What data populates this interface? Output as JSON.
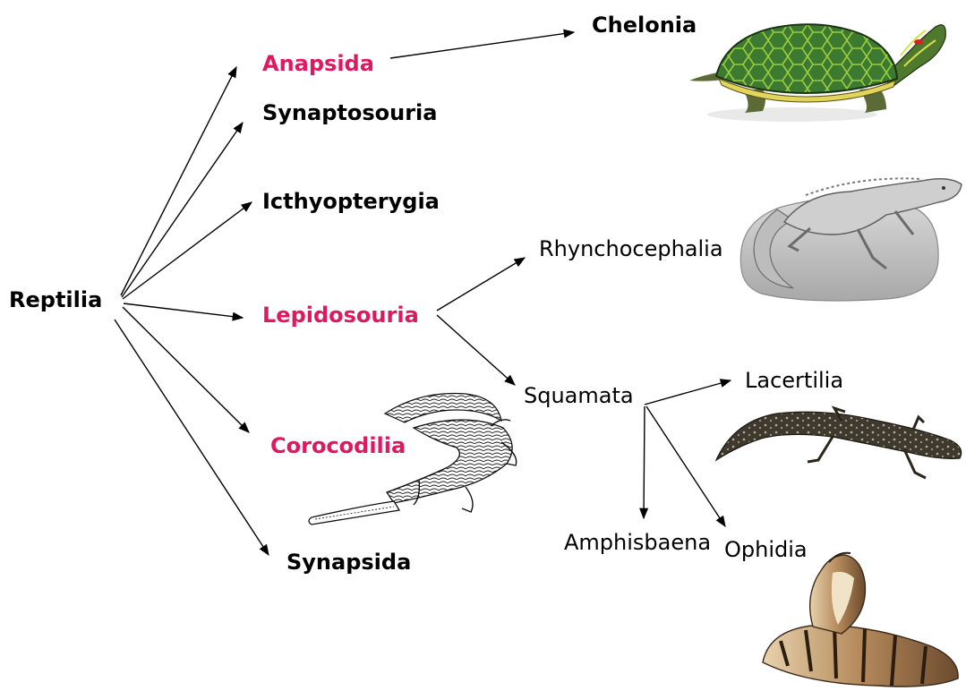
{
  "colors": {
    "highlight": "#e0195f",
    "text": "#000000",
    "arrow": "#000000"
  },
  "root": {
    "label": "Reptilia"
  },
  "subclasses": [
    {
      "key": "anapsida",
      "label": "Anapsida",
      "highlighted": true
    },
    {
      "key": "synaptosouria",
      "label": "Synaptosouria",
      "highlighted": false
    },
    {
      "key": "icthyopterygia",
      "label": "Icthyopterygia",
      "highlighted": false
    },
    {
      "key": "lepidosouria",
      "label": "Lepidosouria",
      "highlighted": true
    },
    {
      "key": "corocodilia",
      "label": "Corocodilia",
      "highlighted": true
    },
    {
      "key": "synapsida",
      "label": "Synapsida",
      "highlighted": false
    }
  ],
  "orders": {
    "chelonia": "Chelonia",
    "rhynchocephalia": "Rhynchocephalia",
    "squamata": "Squamata",
    "lacertilia": "Lacertilia",
    "amphisbaena": "Amphisbaena",
    "ophidia": "Ophidia"
  },
  "pictures": [
    "turtle",
    "tuatara",
    "gharial",
    "lizard",
    "cobra"
  ]
}
